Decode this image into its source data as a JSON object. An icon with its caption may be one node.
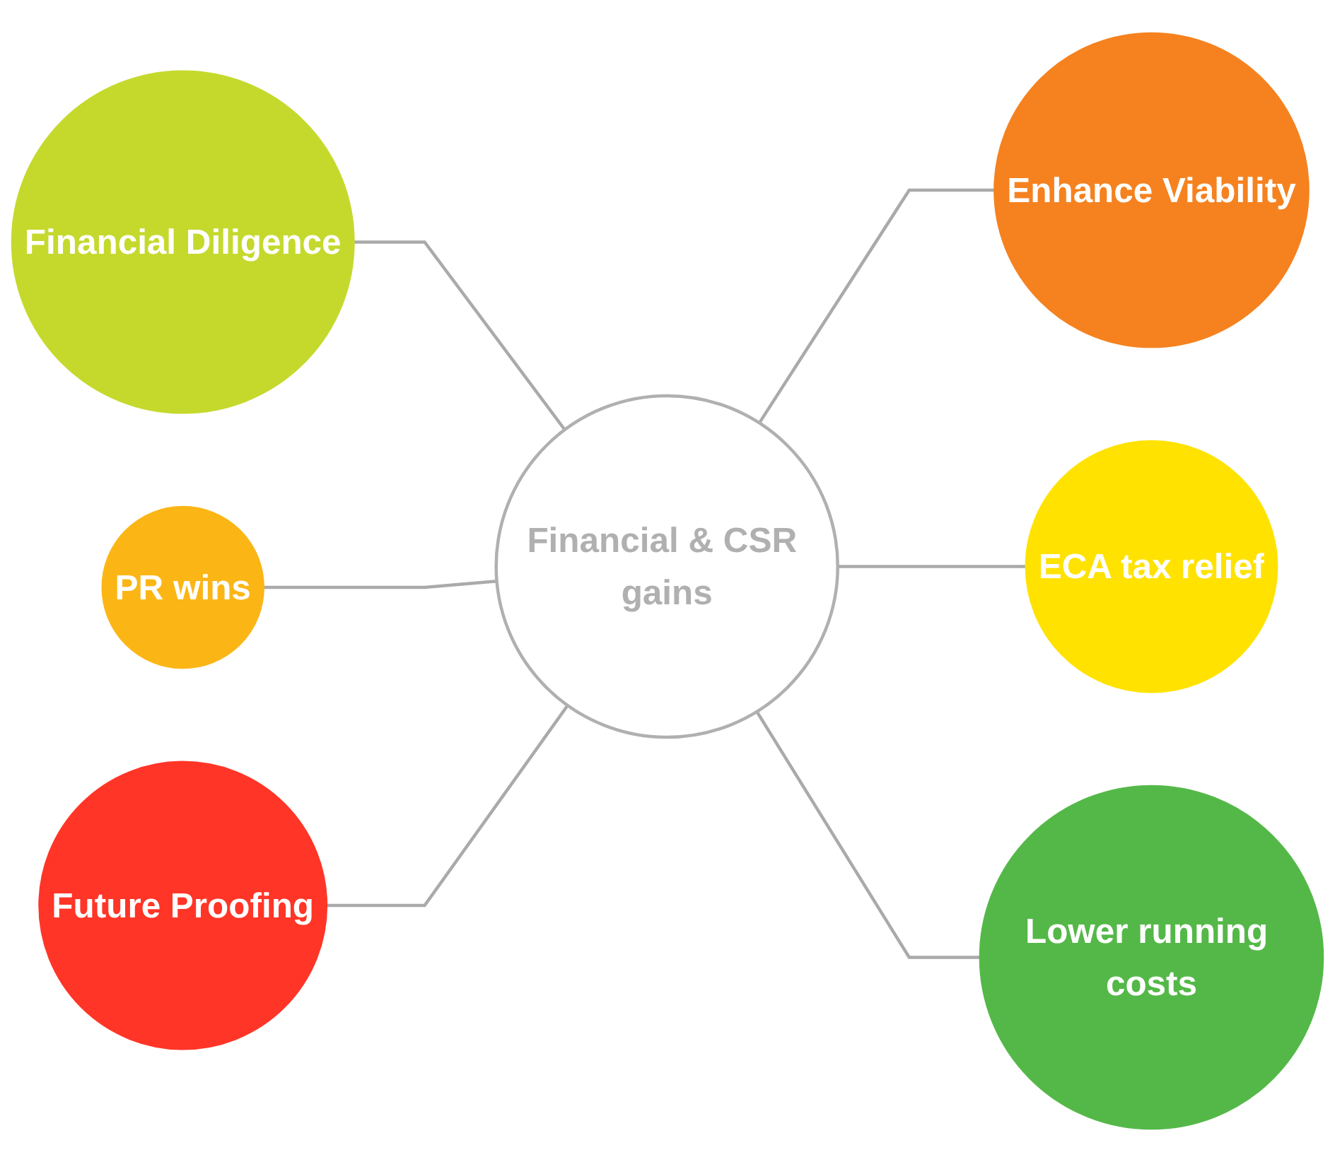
{
  "diagram": {
    "nodes": [
      {
        "text": [
          "Financial & CSR gains"
        ]
      },
      {
        "text": [
          "Financial Diligence"
        ]
      },
      {
        "text": [
          "Enhance Viability"
        ]
      },
      {
        "text": [
          "PR wins"
        ]
      },
      {
        "text": [
          "ECA tax relief"
        ]
      },
      {
        "text": [
          "Future Proofing"
        ]
      },
      {
        "text": [
          "Lower running costs"
        ]
      }
    ],
    "edges": [
      {
        "from": 1,
        "to": 0,
        "arrow": "none"
      },
      {
        "from": 0,
        "to": 2,
        "arrow": "none"
      },
      {
        "from": 3,
        "to": 0,
        "arrow": "none"
      },
      {
        "from": 0,
        "to": 4,
        "arrow": "none"
      },
      {
        "from": 5,
        "to": 0,
        "arrow": "none"
      },
      {
        "from": 0,
        "to": 6,
        "arrow": "none"
      }
    ]
  }
}
